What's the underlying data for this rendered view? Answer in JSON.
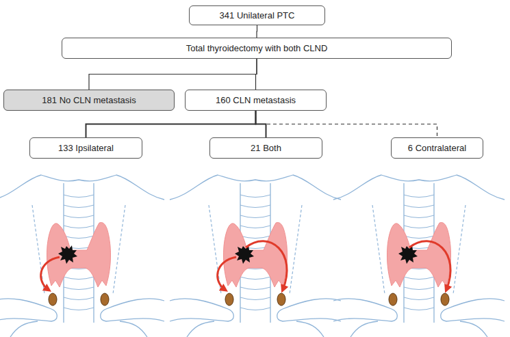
{
  "diagram": {
    "nodes": [
      {
        "text": [
          "341 Unilateral PTC"
        ]
      },
      {
        "text": [
          "Total thyroidectomy with both CLND"
        ]
      },
      {
        "text": [
          "181 No CLN metastasis"
        ]
      },
      {
        "text": [
          "160 CLN metastasis"
        ]
      },
      {
        "text": [
          "133 Ipsilateral"
        ]
      },
      {
        "text": [
          "21 Both"
        ]
      },
      {
        "text": [
          "6 Contralateral"
        ]
      }
    ],
    "edges": [
      {
        "from": 0,
        "to": 1,
        "arrow": "none"
      },
      {
        "from": 1,
        "to": 2,
        "arrow": "none"
      },
      {
        "from": 1,
        "to": 3,
        "arrow": "none"
      },
      {
        "from": 3,
        "to": 4,
        "arrow": "none"
      },
      {
        "from": 3,
        "to": 5,
        "arrow": "none"
      },
      {
        "from": 3,
        "to": 6,
        "arrow": "none"
      }
    ]
  }
}
